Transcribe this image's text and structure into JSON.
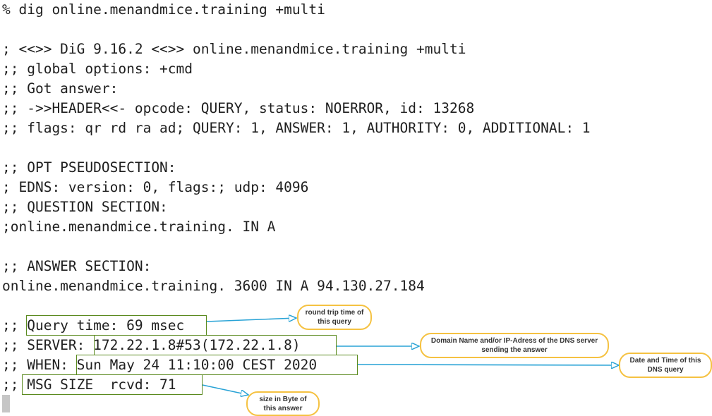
{
  "terminal": {
    "lines": {
      "command": "% dig online.menandmice.training +multi",
      "version": "; <<>> DiG 9.16.2 <<>> online.menandmice.training +multi",
      "global_options": ";; global options: +cmd",
      "got_answer": ";; Got answer:",
      "header": ";; ->>HEADER<<- opcode: QUERY, status: NOERROR, id: 13268",
      "flags": ";; flags: qr rd ra ad; QUERY: 1, ANSWER: 1, AUTHORITY: 0, ADDITIONAL: 1",
      "opt_pseudosection": ";; OPT PSEUDOSECTION:",
      "edns": "; EDNS: version: 0, flags:; udp: 4096",
      "question_section": ";; QUESTION SECTION:",
      "question": ";online.menandmice.training. IN A",
      "answer_section": ";; ANSWER SECTION:",
      "answer_record": "online.menandmice.training. 3600 IN A 94.130.27.184",
      "query_time": ";; Query time: 69 msec",
      "server": ";; SERVER: 172.22.1.8#53(172.22.1.8)",
      "when": ";; WHEN: Sun May 24 11:10:00 CEST 2020",
      "msg_size": ";; MSG SIZE  rcvd: 71"
    }
  },
  "annotations": {
    "query_time": "round trip time of this query",
    "server": "Domain Name and/or IP-Adress of the DNS server sending the answer",
    "when": "Date and Time of this DNS query",
    "msg_size": "size in Byte of this answer"
  },
  "colors": {
    "highlight_box": "#5a8a1e",
    "arrow": "#29a3d6",
    "bubble_border": "#f5c242"
  }
}
